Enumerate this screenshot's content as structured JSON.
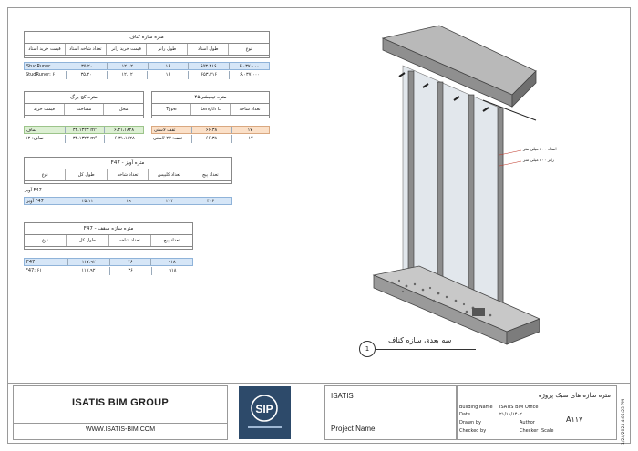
{
  "schedule_frame": {
    "title": "متره سازه کناف",
    "headers": [
      "قیمت خرید استاد",
      "تعداد شاخه استاد",
      "قیمت خرید رانر",
      "طول رانر",
      "طول استاد",
      "نوع"
    ],
    "rows": [
      [
        "۶،۰۳۷،۰۰۰",
        "۶۵۳،۳۱۶",
        "۱۶",
        "۱۲.۰۲",
        "۳۵.۲۰",
        "StudRuner"
      ],
      [
        "۶،۰۳۷،۰۰۰",
        "۶۵۳،۳۱۶",
        "۱۶",
        "۱۲.۰۲",
        "۳۵.۲۰",
        "StudRuner: ۶"
      ]
    ]
  },
  "schedule_gypsum": {
    "title": "متره کچ برگ",
    "headers": [
      "قیمت خرید",
      "مساحت",
      "محل"
    ],
    "rows": [
      [
        "۶،۳۱،۱۸۲۸",
        "۳۴.۱۳۲۳ m²",
        "نماف"
      ],
      [
        "۶،۳۱،۱۸۲۸",
        "۳۴.۱۳۲۳ m²",
        "نماف: ۱۲"
      ]
    ]
  },
  "schedule_board": {
    "title": "متره تیغبشی۴۵",
    "headers": [
      "تعداد شاخه",
      "Length L",
      "Type"
    ],
    "rows": [
      [
        "۱۷",
        "۶۶.۳۸",
        "ثقف لاستی"
      ],
      [
        "۱۷",
        "۶۶.۳۸",
        "ثقف: ۲۳ لاستی"
      ]
    ]
  },
  "schedule_f47": {
    "title": "F47 - متره آویز",
    "headers": [
      "تعداد پیچ",
      "تعداد کلیپس",
      "تعداد شاخه",
      "طول کل",
      "نوع"
    ],
    "label": "آویز F47",
    "rows": [
      [
        "۴۰۶",
        "۲۰۳",
        "۱۹",
        "۲۵.۱۱",
        "آویز F47"
      ]
    ]
  },
  "schedule_ceiling": {
    "title": "F47 - متره سازه سقف",
    "headers": [
      "تعداد پیچ",
      "تعداد شاخه",
      "طول کل",
      "نوع"
    ],
    "rows": [
      [
        "۹۱۸",
        "۳۶",
        "۱۱۷.۹۲",
        "F47"
      ],
      [
        "۹۱۸",
        "۳۶",
        "۱۱۷.۹۲",
        "F47: ۶۱"
      ]
    ]
  },
  "view": {
    "annotation_stud": "استاد ۱۰۰ میلی متر",
    "annotation_runner": "رانر ۱۰۰ میلی متر",
    "caption": "سه بعدی سازه کناف",
    "caption_number": "1"
  },
  "title_block": {
    "company": "ISATIS BIM GROUP",
    "url": "WWW.ISATIS-BIM.COM",
    "project_company": "ISATIS",
    "project_name": "Project Name",
    "sheet_title": "متره سازه های سبک پروژه",
    "building_name_label": "Building Name",
    "building_name_value": "ISATIS BIM Office",
    "date_label": "Date",
    "date_value": "۲۱/۱۱/۱۴۰۲",
    "drawn_by_label": "Drawn by",
    "drawn_by_value": "Author",
    "checked_by_label": "Checked by",
    "checker_label": "Checker",
    "checker_value": "Scale",
    "sheet_number": "A۱۱۷",
    "timestamp": "1/24/2024 4:05:23 PM"
  },
  "colors": {
    "row_blue": "#d6e6f7",
    "row_orange": "#fbe0c8",
    "row_green": "#dcefd3",
    "logo_bg": "#2d4a6a",
    "model_gray": "#8a8a8a"
  }
}
